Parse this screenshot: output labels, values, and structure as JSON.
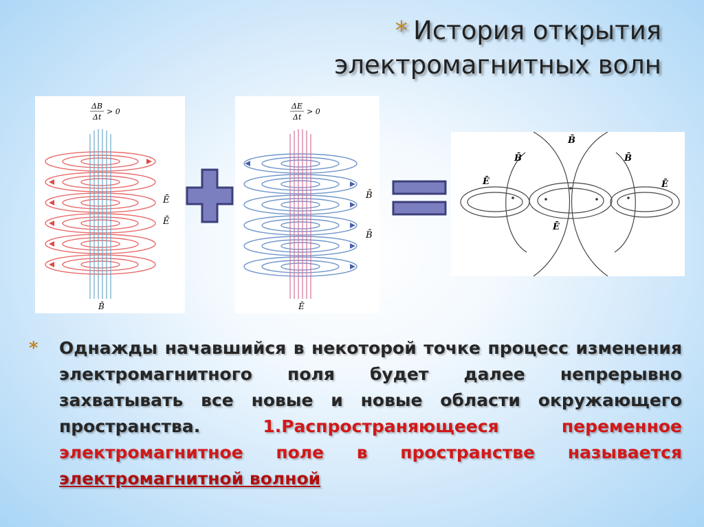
{
  "slide": {
    "bullet": "*",
    "title_line1": "История открытия",
    "title_line2": "электромагнитных волн",
    "body_part1": "Однажды начавшийся в некоторой точке процесс изменения электромагнитного поля будет далее непрерывно захватывать все новые и новые области окружающего пространства.",
    "body_part2": "1.Распространяющееся переменное электромагнитное поле в пространстве называется",
    "body_link": "электромагнитной волной"
  },
  "figures": {
    "left": {
      "formula_num": "ΔB",
      "formula_den": "Δt",
      "formula_rel": "> 0",
      "label_e1": "Ē",
      "label_e2": "Ē",
      "label_bottom": "B̄"
    },
    "middle": {
      "formula_num": "ΔE",
      "formula_den": "Δt",
      "formula_rel": "> 0",
      "label_b1": "B̄",
      "label_b2": "B̄",
      "label_bottom": "Ē"
    },
    "right": {
      "label_b_top": "B̄",
      "label_b_left": "B̄",
      "label_b_right": "B̄",
      "label_e_left": "Ē",
      "label_e_right": "Ē",
      "label_e_center": "Ē"
    }
  },
  "colors": {
    "red_field": "#e86a6a",
    "blue_field": "#6f95c9",
    "operator_fill": "#7b7fc0",
    "accent": "#c08a2a"
  }
}
